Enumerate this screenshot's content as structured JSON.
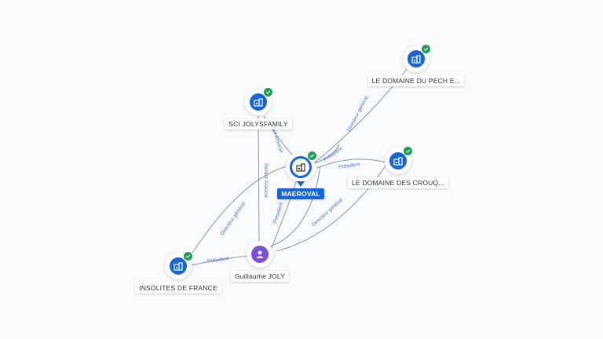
{
  "colors": {
    "company": "#1565d8",
    "person": "#7b4fe0",
    "verified": "#1e9e57",
    "edge": "#8b93a3",
    "edge_label": "#4a6fd8"
  },
  "nodes": [
    {
      "id": "maeroval",
      "label": "MAEROVAL",
      "type": "company",
      "main": true,
      "verified": true,
      "icon": "building-icon"
    },
    {
      "id": "sci",
      "label": "SCI JOLYSFAMILY",
      "type": "company",
      "verified": true,
      "icon": "building-icon"
    },
    {
      "id": "pech",
      "label": "LE DOMAINE DU PECH E...",
      "type": "company",
      "verified": true,
      "icon": "building-icon"
    },
    {
      "id": "crouq",
      "label": "LE DOMAINE DES CROUQ...",
      "type": "company",
      "verified": true,
      "icon": "building-icon"
    },
    {
      "id": "insolites",
      "label": "INSOLITES DE FRANCE",
      "type": "company",
      "verified": true,
      "icon": "building-icon"
    },
    {
      "id": "joly",
      "label": "Guillaume JOLY",
      "type": "person",
      "verified": false,
      "icon": "person-icon"
    }
  ],
  "edges": [
    {
      "id": "e1",
      "label": "Gérant Associé"
    },
    {
      "id": "e2",
      "label": "Gérant Associé"
    },
    {
      "id": "e3",
      "label": "Directeur général"
    },
    {
      "id": "e4",
      "label": "Président"
    },
    {
      "id": "e5",
      "label": "Président"
    },
    {
      "id": "e6",
      "label": "Directeur général"
    },
    {
      "id": "e7",
      "label": "Président"
    },
    {
      "id": "e8",
      "label": "Directeur général"
    },
    {
      "id": "e9",
      "label": "Président"
    }
  ]
}
